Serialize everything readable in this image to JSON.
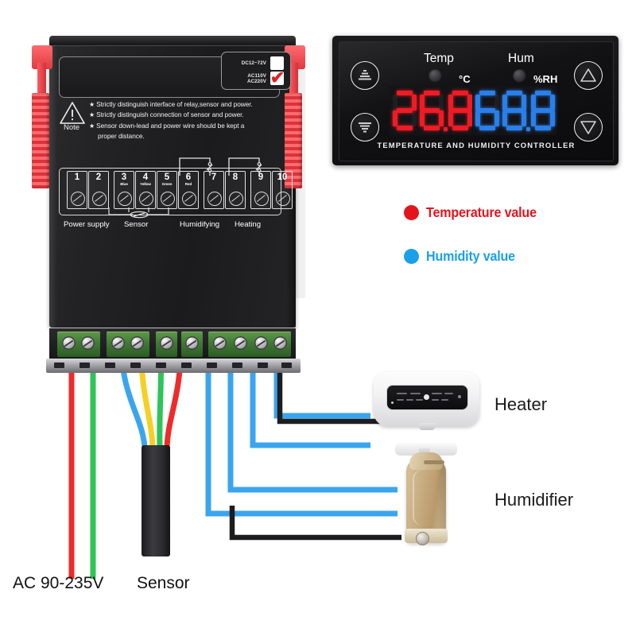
{
  "controller": {
    "voltage_selector": {
      "option_dc": "DC12~72V",
      "option_ac_line1": "AC110V",
      "option_ac_line2": "AC220V",
      "selected": "AC110V/AC220V",
      "check_color": "#e02028"
    },
    "note": {
      "label": "Note",
      "lines": [
        "Strictly distinguish interface of relay,sensor and power.",
        "Strictly distinguish connection of sensor and power.",
        "Sensor down-lead and power wire should be kept a",
        "proper distance."
      ],
      "bullet": "★"
    },
    "terminals": [
      {
        "num": "1",
        "wire": ""
      },
      {
        "num": "2",
        "wire": ""
      },
      {
        "num": "3",
        "wire": "Blue"
      },
      {
        "num": "4",
        "wire": "Yellow"
      },
      {
        "num": "5",
        "wire": "Green"
      },
      {
        "num": "6",
        "wire": "Red"
      },
      {
        "num": "7",
        "wire": ""
      },
      {
        "num": "8",
        "wire": ""
      },
      {
        "num": "9",
        "wire": ""
      },
      {
        "num": "10",
        "wire": ""
      }
    ],
    "terminal_groups": [
      {
        "label": "Power supply"
      },
      {
        "label": "Sensor"
      },
      {
        "label": "Humidifying"
      },
      {
        "label": "Heating"
      }
    ]
  },
  "panel": {
    "temp_label": "Temp",
    "hum_label": "Hum",
    "temp_unit": "°C",
    "hum_unit": "%RH",
    "temp_value": "26.8",
    "hum_value": "68.8",
    "brand_line": "TEMPERATURE AND HUMIDITY CONTROLLER",
    "temp_color": "#ee1c25",
    "hum_color": "#2a7fe8",
    "buttons": [
      {
        "name": "set-up-button",
        "icon": "striped-triangle-up-icon"
      },
      {
        "name": "set-down-button",
        "icon": "striped-triangle-down-icon"
      },
      {
        "name": "increase-button",
        "icon": "triangle-up-icon"
      },
      {
        "name": "decrease-button",
        "icon": "triangle-down-icon"
      }
    ]
  },
  "legend": [
    {
      "label": "Temperature value",
      "color": "#e4141d"
    },
    {
      "label": "Humidity value",
      "color": "#1ba0e8"
    }
  ],
  "appliances": [
    {
      "label": "Heater"
    },
    {
      "label": "Humidifier"
    }
  ],
  "bottom_labels": {
    "power": "AC 90-235V",
    "sensor": "Sensor"
  },
  "wire_colors": {
    "red": "#ee2b2b",
    "green": "#2ec45a",
    "blue": "#3aa5ee",
    "yellow": "#f5d024",
    "black": "#1d1d1f"
  }
}
